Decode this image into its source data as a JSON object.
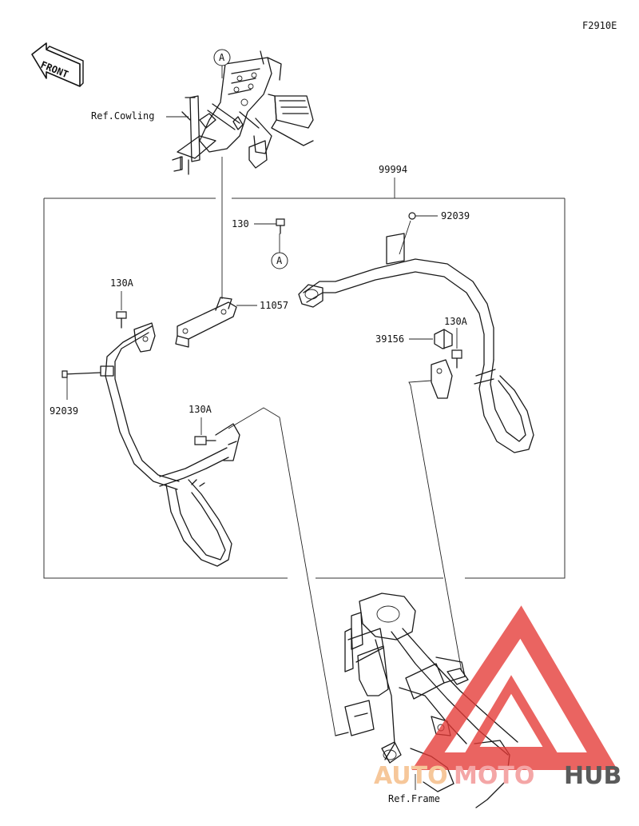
{
  "diagram": {
    "figure_code": "F2910E",
    "front_label": "FRONT",
    "ref_cowling": "Ref.Cowling",
    "ref_frame": "Ref.Frame",
    "assembly_number": "99994",
    "callout_letter": "A",
    "parts": {
      "bolt_130": "130",
      "bolt_130a_left": "130A",
      "bolt_130a_lower": "130A",
      "bolt_130a_right": "130A",
      "pin_92039_left": "92039",
      "pin_92039_right": "92039",
      "bracket_11057": "11057",
      "pad_39156": "39156"
    }
  },
  "watermark": {
    "text_auto": "AUTO",
    "text_moto": "MOTO",
    "text_hub": "HUB",
    "triangle_color": "#e53935",
    "auto_color": "#f6c79a",
    "moto_color": "#f4a6a6",
    "hub_color": "#5a5a5a"
  }
}
